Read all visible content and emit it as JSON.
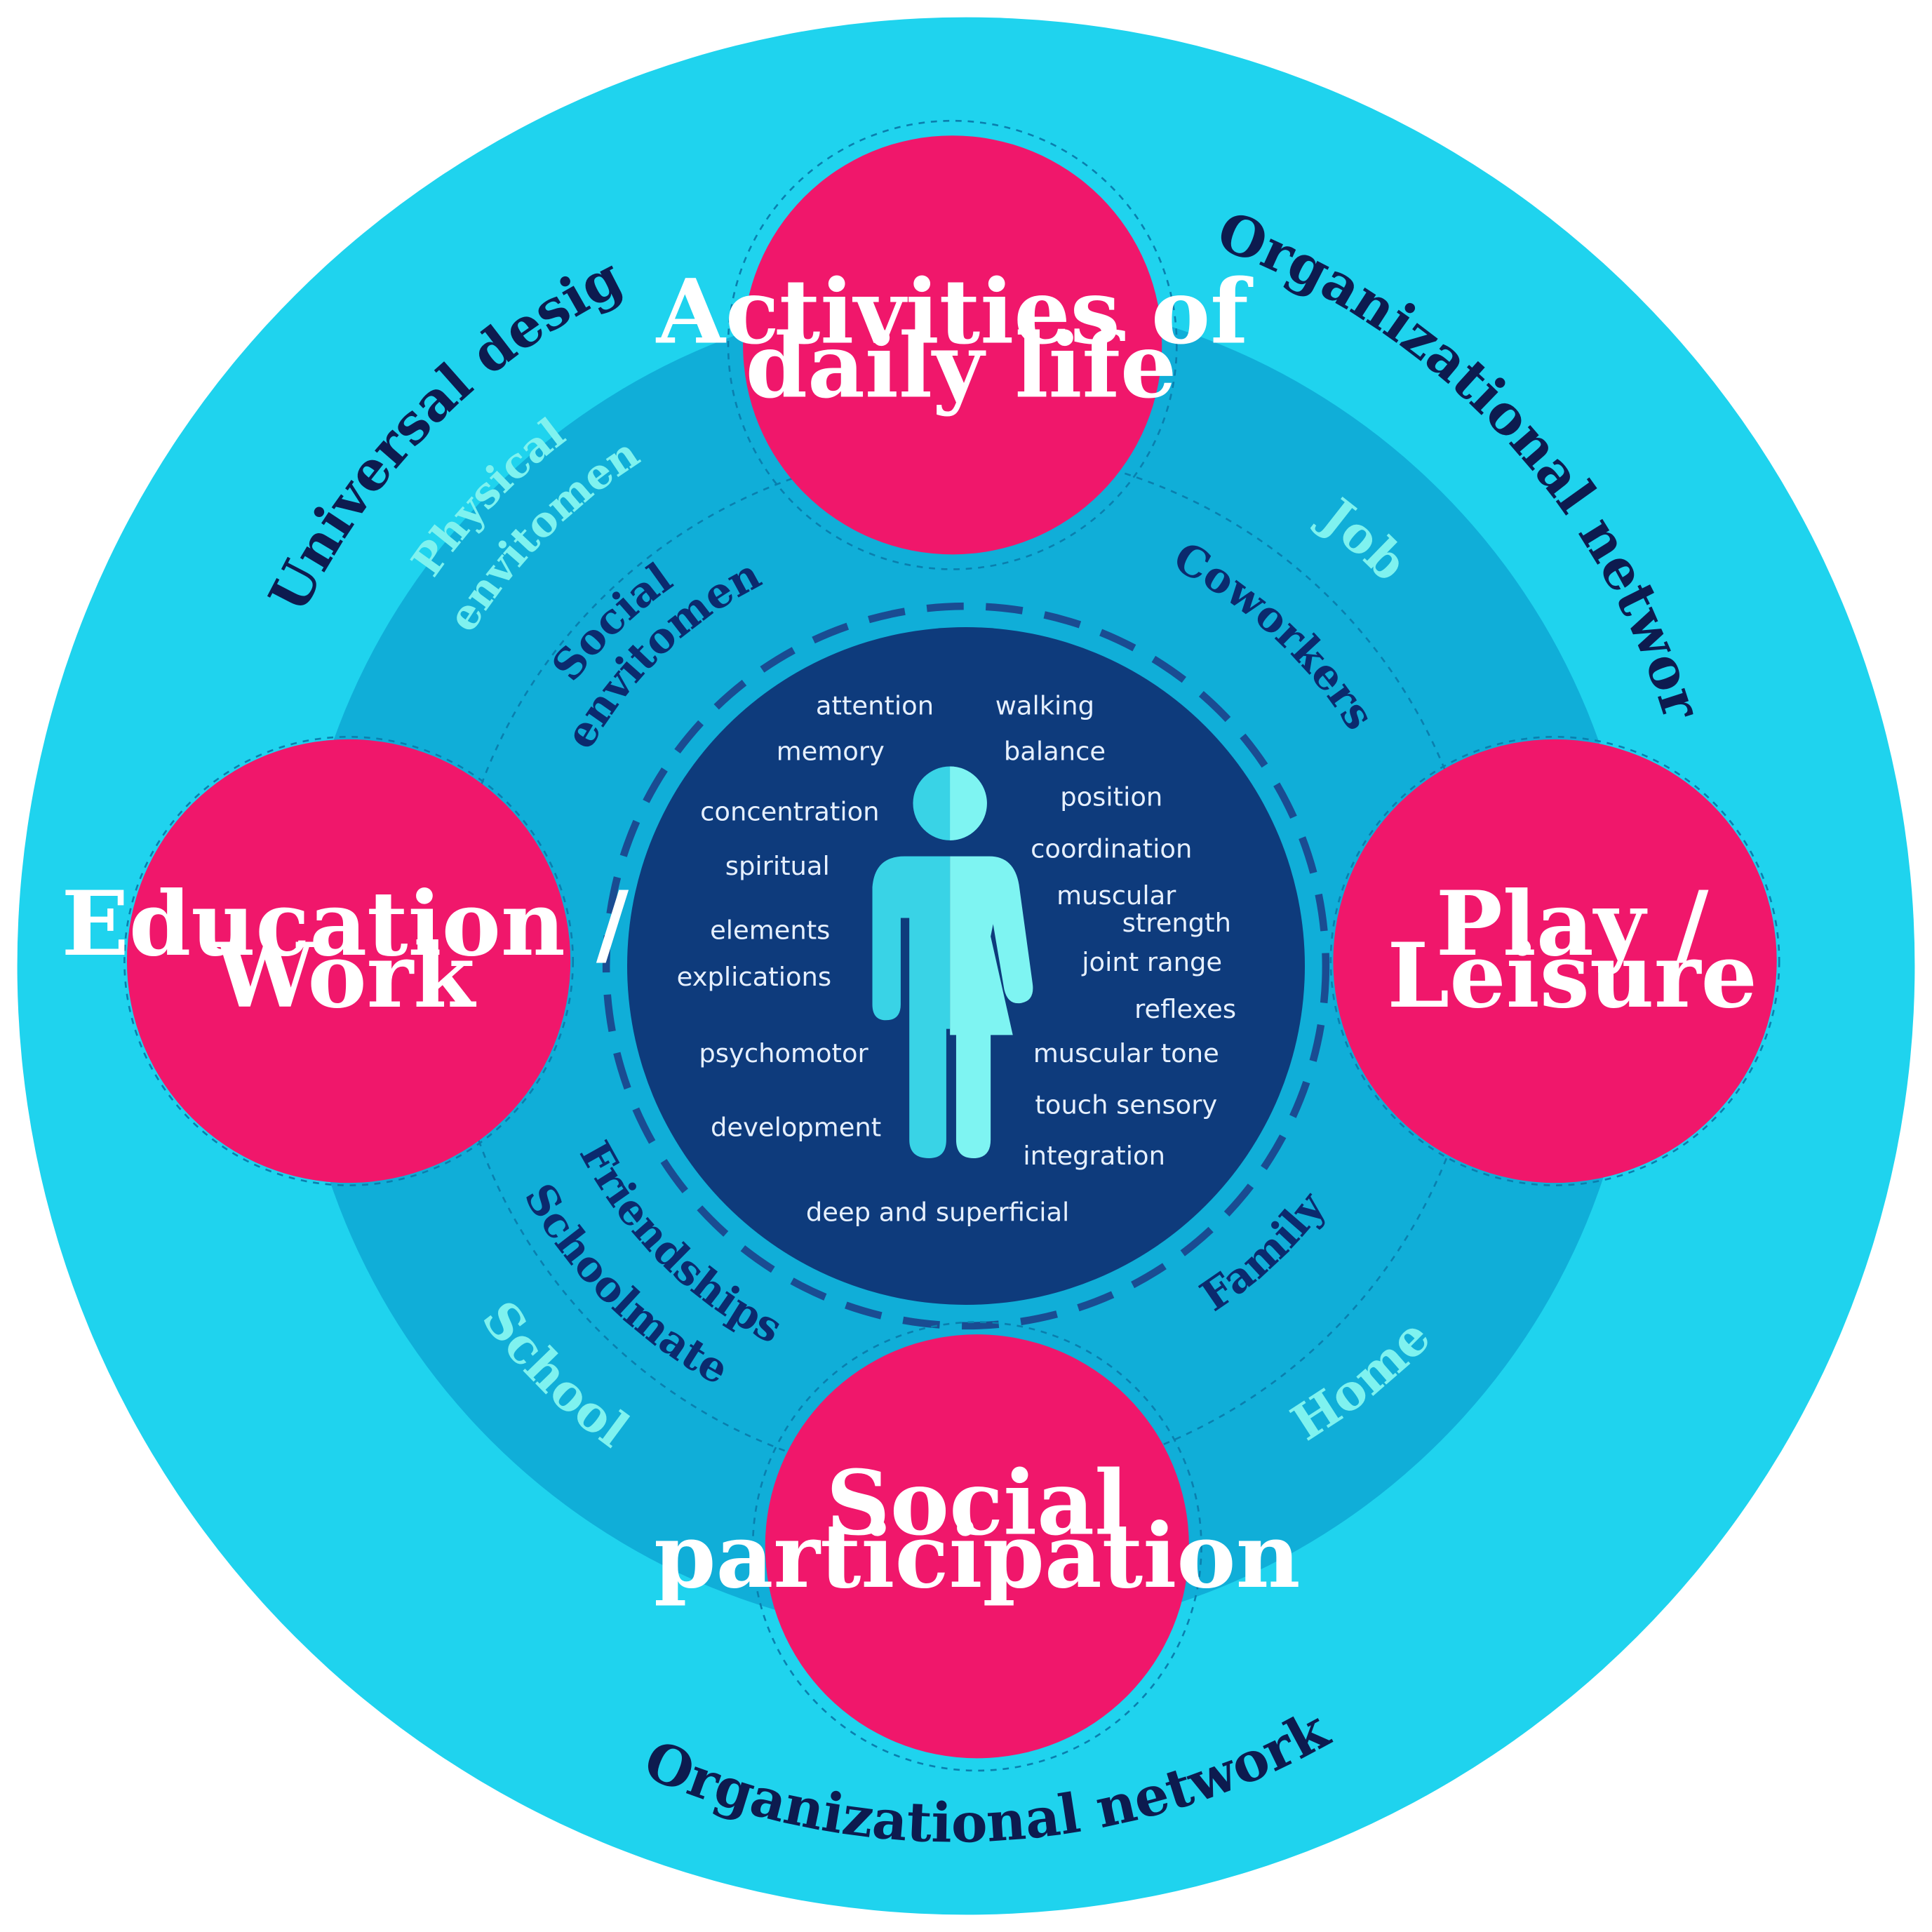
{
  "colors": {
    "outer_ring": "#1fd3ee",
    "middle_ring": "#10aed8",
    "inner_ring": "#1b9ccc",
    "core": "#0e3b7c",
    "activity": "#f0176b",
    "figure_left": "#39d3e6",
    "figure_right": "#7ef4f2",
    "outer_text": "#0d1b4f",
    "context_text": "#7ff2ef",
    "social_text": "#0b2a6e",
    "factor_text": "#e6f0ff"
  },
  "outer_ring": {
    "top_left": "Universal design",
    "top_right": "Organizational networks",
    "bottom": "Organizational networks"
  },
  "context_ring": {
    "top_left_line1": "Physical",
    "top_left_line2": "envitoment",
    "top_right": "Job",
    "bottom_left": "School",
    "bottom_right": "Home"
  },
  "social_ring": {
    "top_left_line1": "Social",
    "top_left_line2": "envitoment",
    "top_right": "Coworkers",
    "bottom_left_line1": "Friendships",
    "bottom_left_line2": "Schoolmates",
    "bottom_right": "Family"
  },
  "activities": {
    "top_line1": "Activities of",
    "top_line2": "daily life",
    "left_line1": "Education /",
    "left_line2": "Work",
    "right_line1": "Play /",
    "right_line2": "Leisure",
    "bottom_line1": "Social",
    "bottom_line2": "participation"
  },
  "person_icon": "person-icon",
  "factors_left": {
    "attention": "attention",
    "memory": "memory",
    "concentration": "concentration",
    "spiritual": "spiritual",
    "elements": "elements",
    "explications": "explications",
    "psychomotor": "psychomotor",
    "development": "development"
  },
  "factors_right": {
    "walking": "walking",
    "balance": "balance",
    "position": "position",
    "coordination": "coordination",
    "muscular": "muscular",
    "strength": "strength",
    "joint_range": "joint range",
    "reflexes": "reflexes",
    "muscular_tone": "muscular tone",
    "touch_sensory": "touch sensory",
    "integration": "integration"
  },
  "factors_bottom": "deep and superficial"
}
